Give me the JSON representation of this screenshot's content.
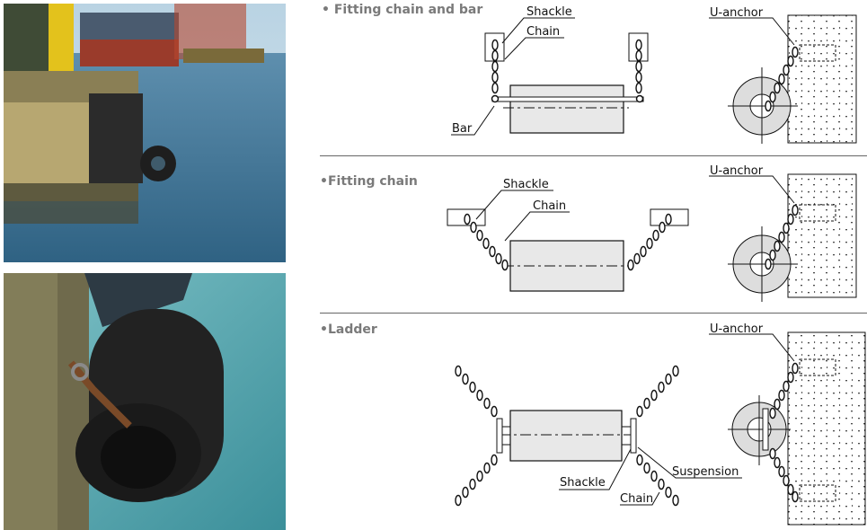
{
  "sections": [
    {
      "title": "Fitting chain and bar",
      "labels": {
        "shackle": "Shackle",
        "chain": "Chain",
        "bar": "Bar",
        "u_anchor": "U-anchor"
      }
    },
    {
      "title": "Fitting chain",
      "labels": {
        "shackle": "Shackle",
        "chain": "Chain",
        "u_anchor": "U-anchor"
      }
    },
    {
      "title": "Ladder",
      "labels": {
        "u_anchor": "U-anchor",
        "suspension": "Suspension",
        "shackle": "Shackle",
        "chain": "Chain"
      }
    }
  ],
  "bullet": "•"
}
